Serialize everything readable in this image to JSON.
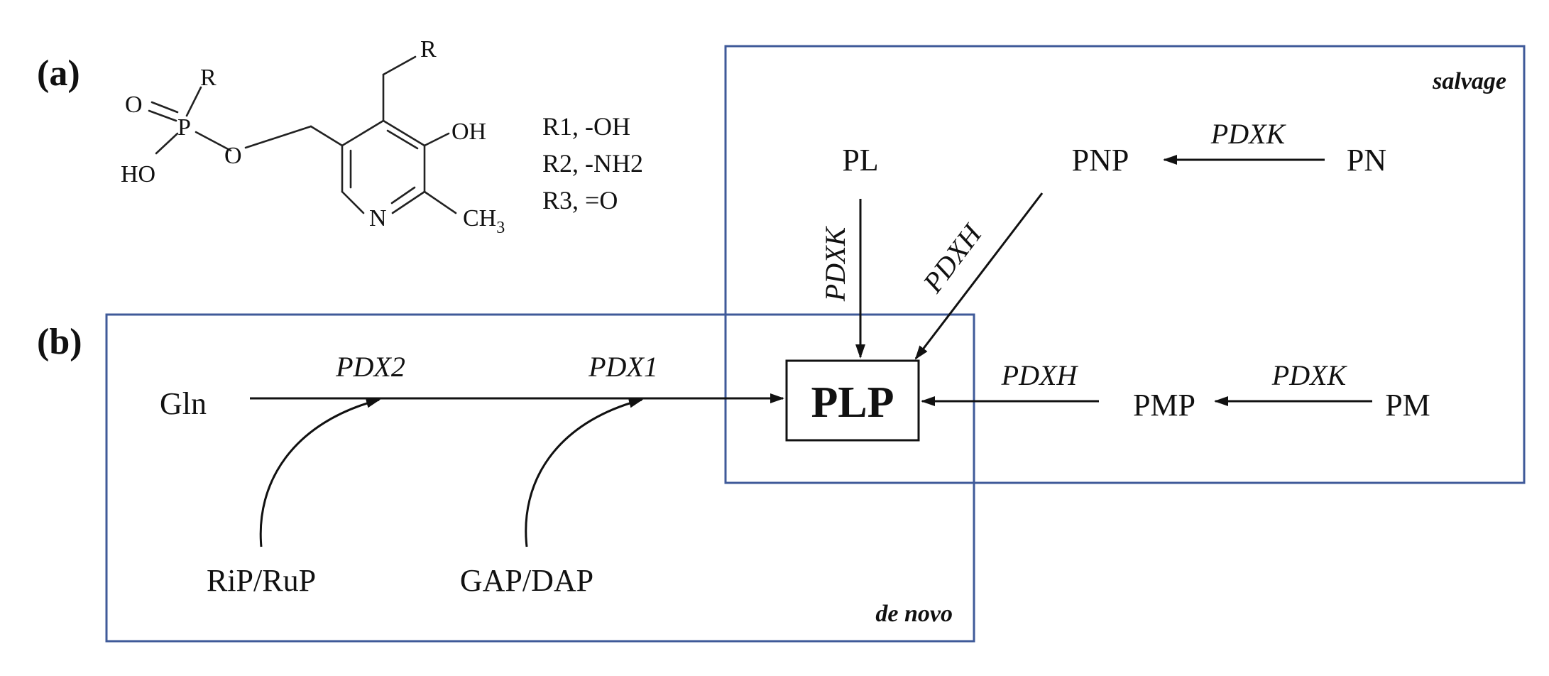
{
  "colors": {
    "region_border": "#3f5a99",
    "ink": "#111111"
  },
  "panels": {
    "a": "(a)",
    "b": "(b)"
  },
  "structure": {
    "atoms": {
      "r_top": "R",
      "r_phos": "R",
      "o_double": "O",
      "p": "P",
      "o_ester": "O",
      "ho": "HO",
      "oh": "OH",
      "n": "N",
      "ch3": "CH",
      "ch3_sub": "3"
    },
    "r_groups": [
      "R1, -OH",
      "R2,  -NH2",
      "R3,  =O"
    ]
  },
  "regions": {
    "salvage": "salvage",
    "de_novo": "de novo"
  },
  "nodes": {
    "pl": "PL",
    "pnp": "PNP",
    "pn": "PN",
    "gln": "Gln",
    "plp": "PLP",
    "pmp": "PMP",
    "pm": "PM",
    "rip_rup": "RiP/RuP",
    "gap_dap": "GAP/DAP"
  },
  "enzymes": {
    "pn_to_pnp": "PDXK",
    "pl_to_plp": "PDXK",
    "pnp_to_plp": "PDXH",
    "gln_step": "PDX2",
    "pdx1_step": "PDX1",
    "pmp_to_plp": "PDXH",
    "pm_to_pmp": "PDXK"
  }
}
